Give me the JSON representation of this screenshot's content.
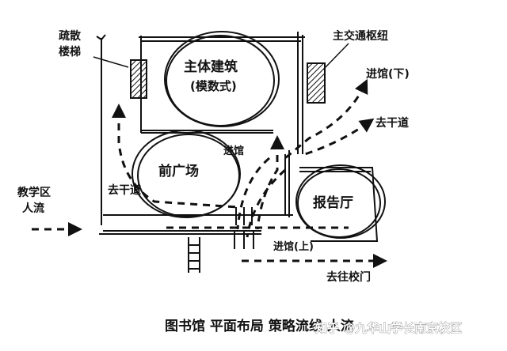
{
  "labels": {
    "evac_stairs": [
      "疏散",
      "楼梯"
    ],
    "main_building": [
      "主体建筑",
      "(模数式)"
    ],
    "main_traffic": "主交通枢纽",
    "entrance_lower": "进馆(下)",
    "to_stem": "去干道",
    "front_plaza": "前广场",
    "entrance_mid": "进馆",
    "to_stem_left": "去干道",
    "teaching_flow": [
      "教学区",
      "人流"
    ],
    "lecture_hall": "报告厅",
    "entrance_upper": "进馆(上)",
    "to_dorm": "去往校门",
    "caption": "图书馆 平面布局 策略流线 人流"
  },
  "watermark": "知乎 @九华山学长南京校区",
  "colors": {
    "ink": "#111111",
    "paper": "#ffffff"
  }
}
